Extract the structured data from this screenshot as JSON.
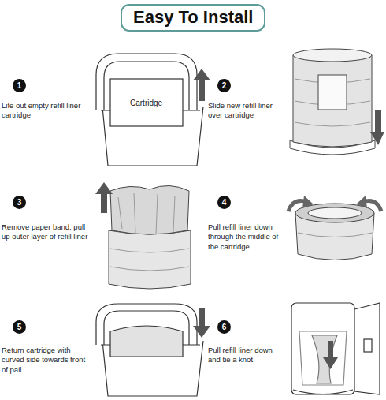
{
  "diagram": {
    "title": "Easy To Install",
    "nodes": [
      {
        "text": [
          "1"
        ]
      },
      {
        "text": [
          "2"
        ]
      },
      {
        "text": [
          "3"
        ]
      },
      {
        "text": [
          "4"
        ]
      },
      {
        "text": [
          "5"
        ]
      },
      {
        "text": [
          "6"
        ]
      }
    ],
    "labels": [
      "Life out empty refill liner cartridge",
      "Slide new refill liner over cartridge",
      "Remove paper band, pull up outer layer of refill liner",
      "Pull refill liner down through the middle of the cartridge",
      "Return cartridge with curved side towards front of pail",
      "Pull refill liner down and tie a knot",
      "Cartridge"
    ]
  }
}
